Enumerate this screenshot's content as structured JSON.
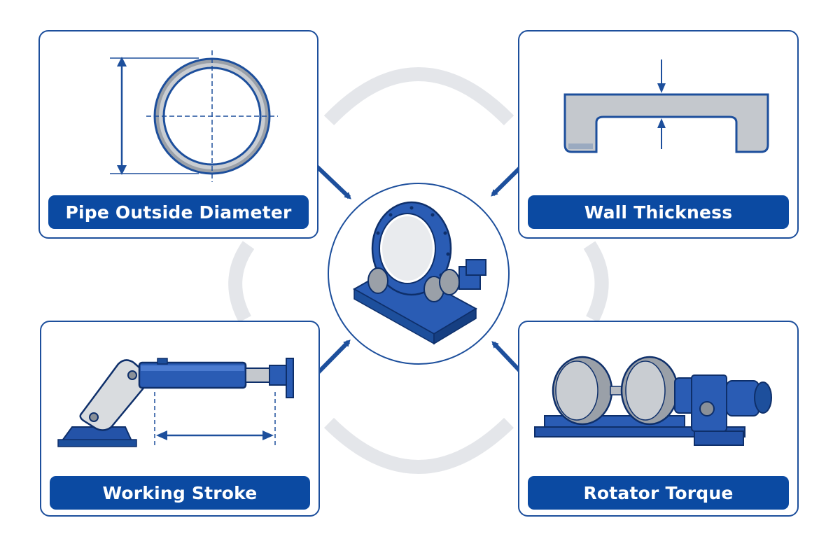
{
  "center": {
    "icon": "pipe-welding-rotator-icon"
  },
  "cards": {
    "outside_diameter": {
      "label": "Pipe Outside Diameter",
      "icon": "pipe-cross-section-icon"
    },
    "wall_thickness": {
      "label": "Wall Thickness",
      "icon": "wall-section-icon"
    },
    "working_stroke": {
      "label": "Working Stroke",
      "icon": "hydraulic-cylinder-icon"
    },
    "rotator_torque": {
      "label": "Rotator Torque",
      "icon": "roller-drive-icon"
    }
  },
  "colors": {
    "primary_blue": "#0b4aa2",
    "border_blue": "#1d4f9c",
    "connector_gray": "#e6e8ec",
    "steel_gray": "#b8bcc2"
  }
}
